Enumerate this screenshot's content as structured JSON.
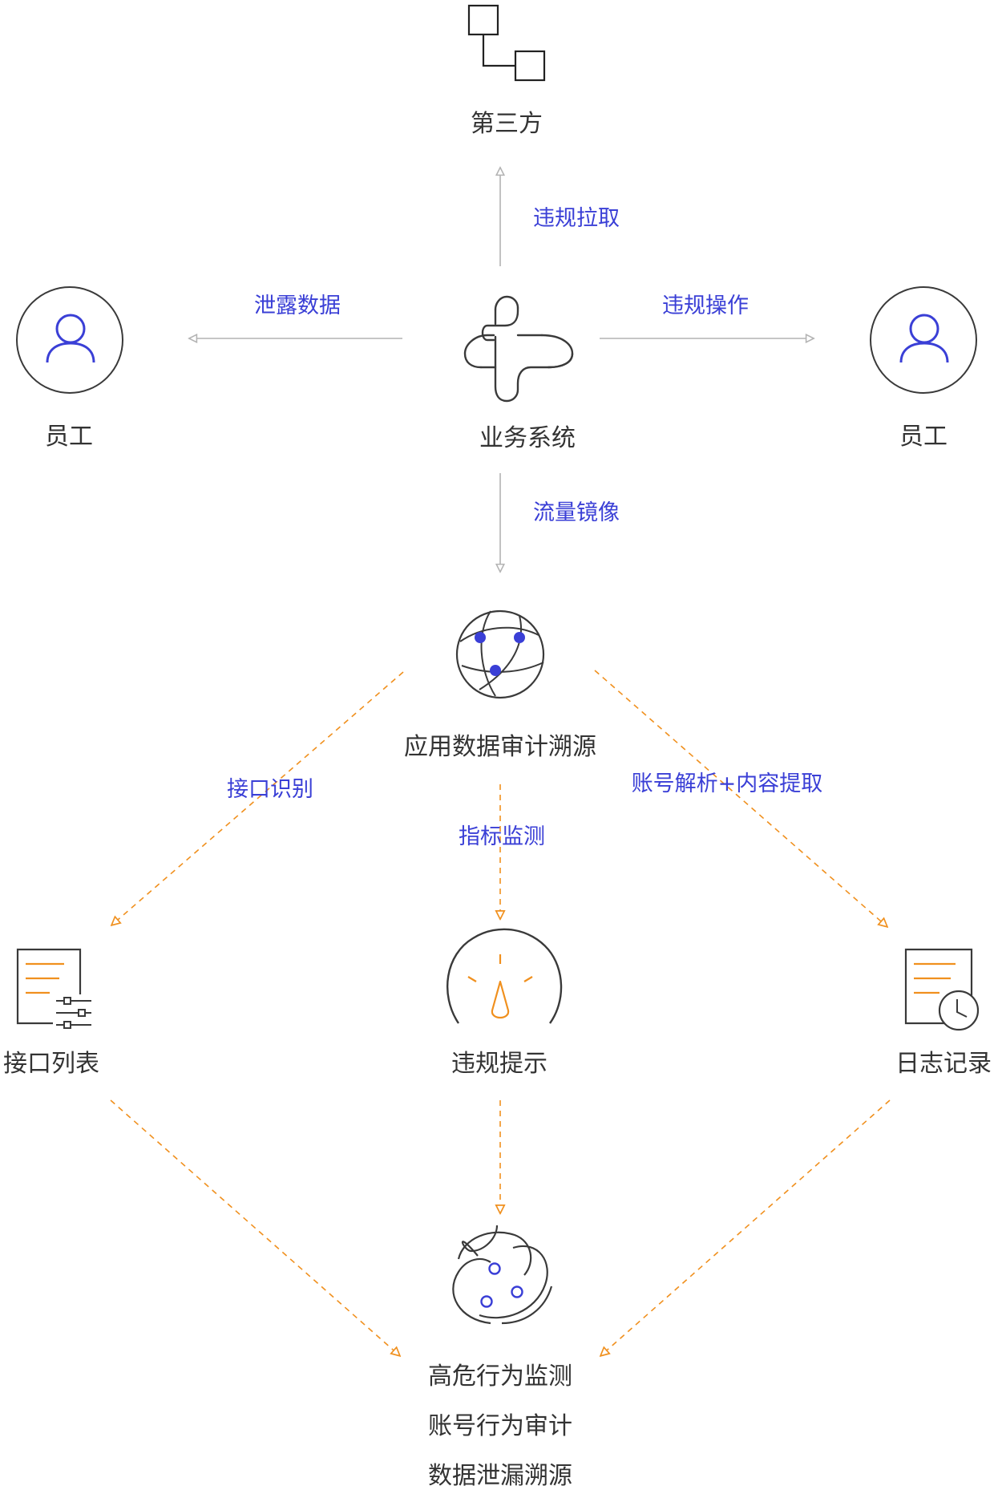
{
  "nodes": {
    "third_party": {
      "label": "第三方",
      "icon": "flow-connector-icon"
    },
    "business_system": {
      "label": "业务系统",
      "icon": "interlock-cross-icon"
    },
    "employee_left": {
      "label": "员工",
      "icon": "user-icon"
    },
    "employee_right": {
      "label": "员工",
      "icon": "user-icon"
    },
    "audit": {
      "label": "应用数据审计溯源",
      "icon": "network-globe-icon"
    },
    "api_list": {
      "label": "接口列表",
      "icon": "document-settings-icon"
    },
    "violation_alert": {
      "label": "违规提示",
      "icon": "gauge-icon"
    },
    "log_record": {
      "label": "日志记录",
      "icon": "document-clock-icon"
    },
    "outcomes": {
      "icon": "orbit-icon",
      "lines": [
        "高危行为监测",
        "账号行为审计",
        "数据泄漏溯源"
      ]
    }
  },
  "edges": {
    "to_third_party": "违规拉取",
    "to_employee_left": "泄露数据",
    "to_employee_right": "违规操作",
    "to_audit": "流量镜像",
    "to_api_list": "接口识别",
    "to_violation_alert": "指标监测",
    "to_log_record": "账号解析+内容提取"
  },
  "colors": {
    "accent_blue": "#3a3fd6",
    "accent_orange": "#f0901e",
    "stroke_dark": "#3a3a3a",
    "arrow_gray": "#b3b3b3",
    "text": "#333333"
  }
}
